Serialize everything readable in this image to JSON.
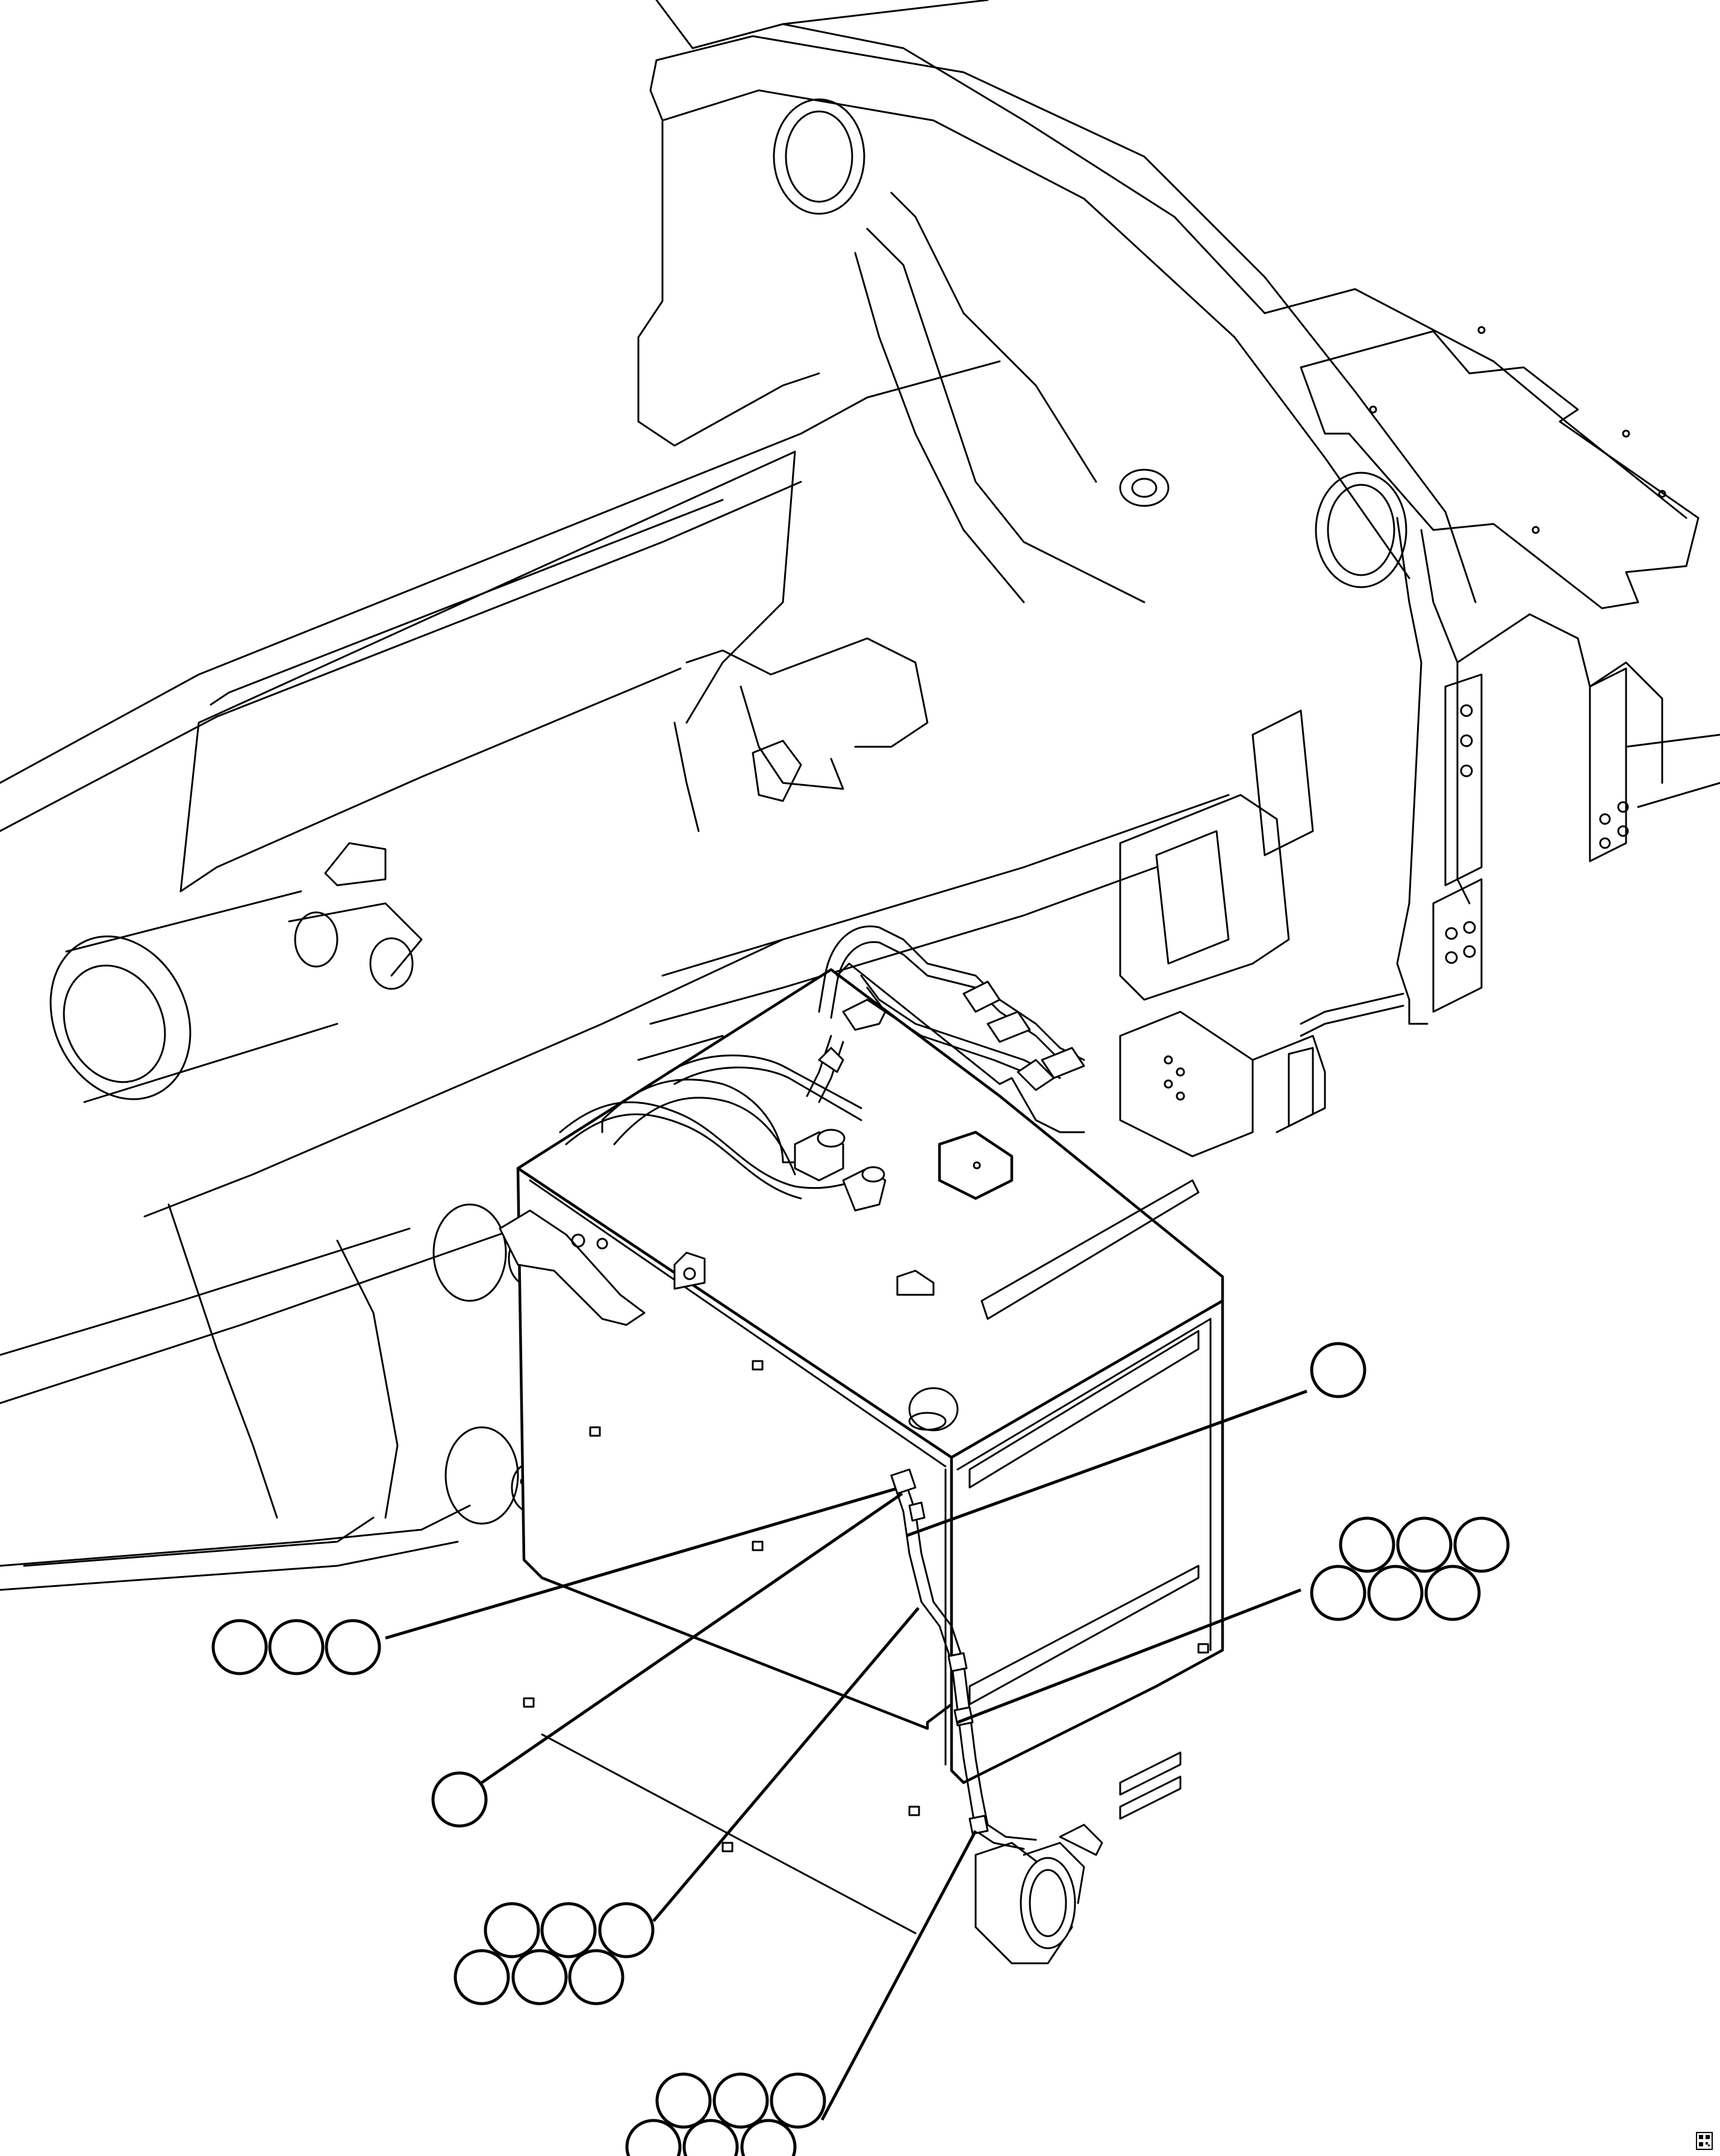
{
  "callouts": [
    {
      "id": "group-a",
      "labels": [
        "",
        "",
        ""
      ]
    },
    {
      "id": "group-b",
      "labels": [
        ""
      ]
    },
    {
      "id": "group-c",
      "labels": [
        "",
        "",
        "",
        "",
        "",
        ""
      ]
    },
    {
      "id": "group-d",
      "labels": [
        "",
        "",
        "",
        "",
        "",
        ""
      ]
    },
    {
      "id": "group-e",
      "labels": [
        ""
      ]
    },
    {
      "id": "group-f",
      "labels": [
        "",
        "",
        "",
        "",
        "",
        ""
      ]
    }
  ]
}
